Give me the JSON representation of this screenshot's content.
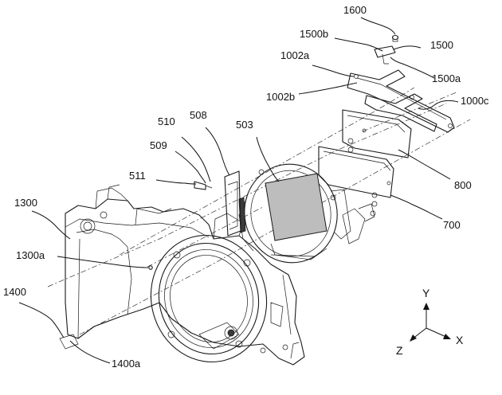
{
  "labels": {
    "l1600": "1600",
    "l1500b": "1500b",
    "l1500": "1500",
    "l1500a": "1500a",
    "l1002a": "1002a",
    "l1002b": "1002b",
    "l1000c": "1000c",
    "l510": "510",
    "l508": "508",
    "l503": "503",
    "l509": "509",
    "l511": "511",
    "l800": "800",
    "l1300": "1300",
    "l700": "700",
    "l1300a": "1300a",
    "l1400": "1400",
    "l1400a": "1400a"
  },
  "axes": {
    "y": "Y",
    "x": "X",
    "z": "Z"
  }
}
